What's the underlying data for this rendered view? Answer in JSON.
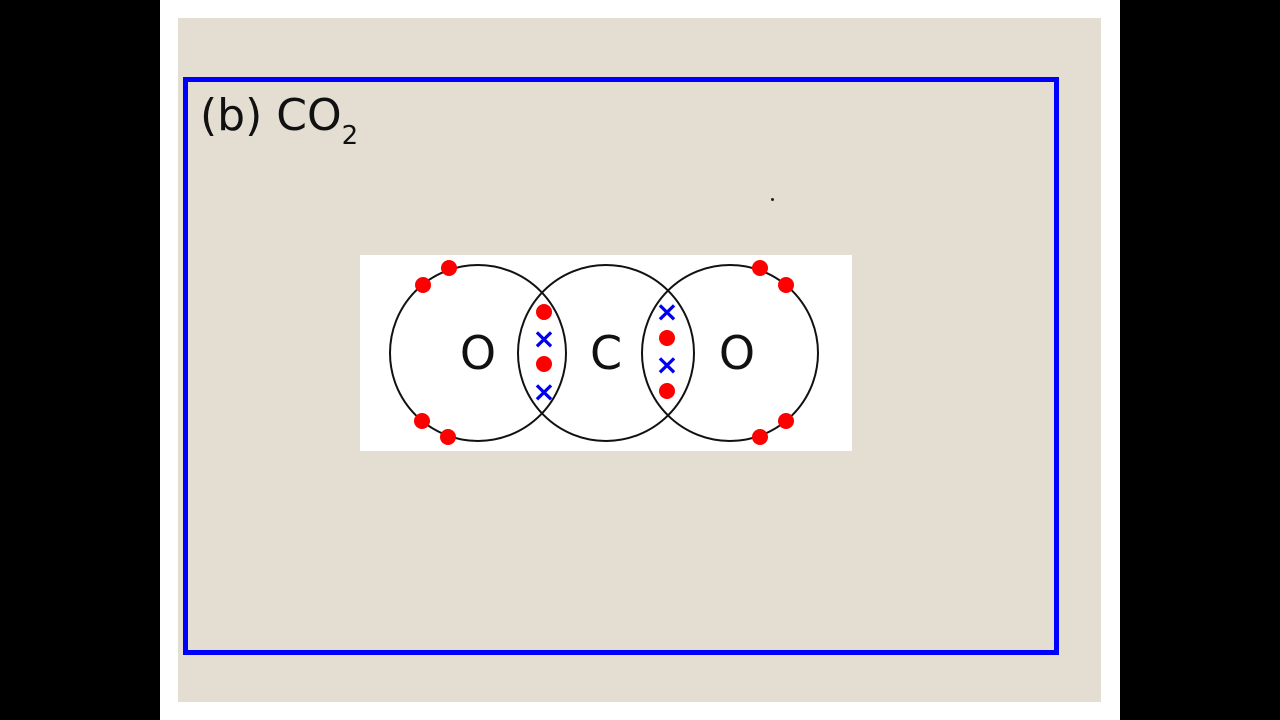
{
  "slide": {
    "title_main": "(b) CO",
    "title_sub": "2"
  },
  "diagram": {
    "atoms": [
      "O",
      "C",
      "O"
    ],
    "electron_marks": {
      "dot": "•",
      "cross": "×"
    },
    "colors": {
      "dot": "#ff0000",
      "cross": "#0000ee",
      "frame": "#0000ff",
      "shell": "#111111"
    }
  }
}
